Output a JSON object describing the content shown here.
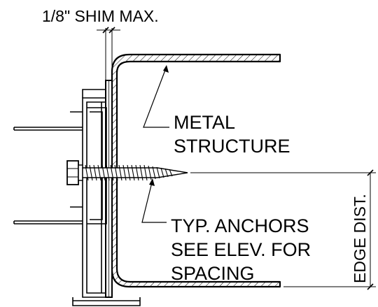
{
  "labels": {
    "shim": "1/8\" SHIM MAX.",
    "metal_structure": [
      "METAL",
      "STRUCTURE"
    ],
    "anchors": [
      "TYP. ANCHORS",
      "SEE ELEV. FOR",
      "SPACING"
    ],
    "edge_dist": "EDGE DIST."
  },
  "colors": {
    "line": "#000000",
    "background": "#ffffff"
  }
}
